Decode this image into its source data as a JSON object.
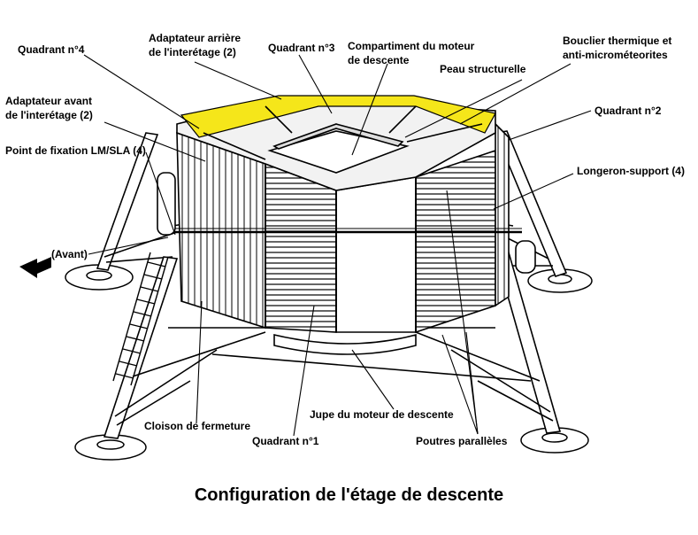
{
  "title": "Configuration de l'étage de descente",
  "labels": {
    "quadrant4": "Quadrant n°4",
    "adapt_arriere_1": "Adaptateur arrière",
    "adapt_arriere_2": "de l'interétage (2)",
    "quadrant3": "Quadrant n°3",
    "compartiment_1": "Compartiment du  moteur",
    "compartiment_2": "de descente",
    "bouclier_1": "Bouclier thermique et",
    "bouclier_2": "anti-microméteorites",
    "peau": "Peau structurelle",
    "adapt_avant_1": "Adaptateur avant",
    "adapt_avant_2": "de l'interétage (2)",
    "quadrant2": "Quadrant n°2",
    "fixation": "Point de fixation LM/SLA (4)",
    "longeron": "Longeron-support (4)",
    "avant": "(Avant)",
    "cloison": "Cloison de fermeture",
    "jupe": "Jupe du moteur de descente",
    "quadrant1": "Quadrant n°1",
    "poutres": "Poutres parallèles"
  },
  "colors": {
    "shield": "#f5e61a",
    "ink": "#000000"
  }
}
